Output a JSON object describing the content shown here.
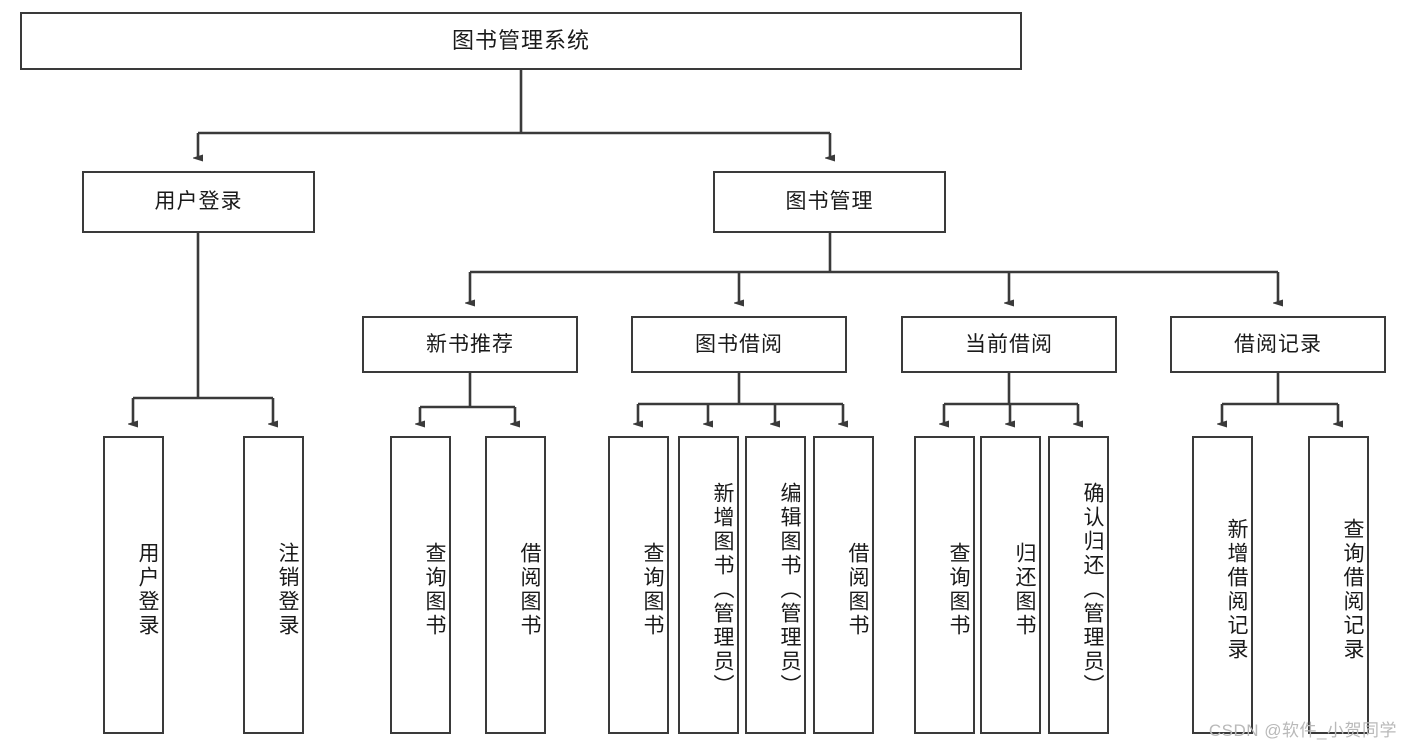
{
  "diagram": {
    "type": "tree-hierarchy",
    "title": "图书管理系统",
    "watermark": "CSDN @软件_小贺同学",
    "colors": {
      "box_border": "#3a3a3a",
      "box_fill": "#ffffff",
      "connector": "#3a3a3a",
      "text": "#1a1a1a",
      "watermark": "#b9b9b9"
    },
    "levels": {
      "root": {
        "label": "图书管理系统"
      },
      "level2": [
        {
          "label": "用户登录"
        },
        {
          "label": "图书管理"
        }
      ],
      "level3": [
        {
          "label": "新书推荐"
        },
        {
          "label": "图书借阅"
        },
        {
          "label": "当前借阅"
        },
        {
          "label": "借阅记录"
        }
      ],
      "leaves": {
        "user_login": [
          {
            "label": "用户登录"
          },
          {
            "label": "注销登录"
          }
        ],
        "new_book_recommend": [
          {
            "label": "查询图书"
          },
          {
            "label": "借阅图书"
          }
        ],
        "book_borrow": [
          {
            "label": "查询图书"
          },
          {
            "label": "新增图书（管理员）"
          },
          {
            "label": "编辑图书（管理员）"
          },
          {
            "label": "借阅图书"
          }
        ],
        "current_borrow": [
          {
            "label": "查询图书"
          },
          {
            "label": "归还图书"
          },
          {
            "label": "确认归还（管理员）"
          }
        ],
        "borrow_record": [
          {
            "label": "新增借阅记录"
          },
          {
            "label": "查询借阅记录"
          }
        ]
      }
    }
  }
}
